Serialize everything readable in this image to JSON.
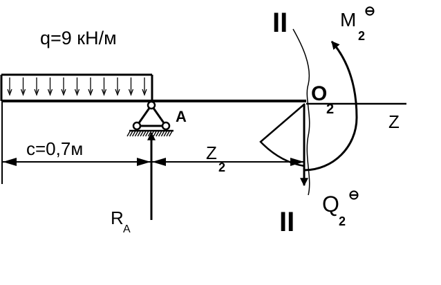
{
  "labels": {
    "load": "q=9 кН/м",
    "support": "A",
    "dim_c": "c=0,7м",
    "dim_z_main": "Z",
    "dim_z_sub": "2",
    "section_top": "II",
    "section_bottom": "II",
    "point_main": "O",
    "point_sub": "2",
    "axis": "Z",
    "reaction_main": "R",
    "reaction_sub": "A",
    "moment_main": "M",
    "moment_sub": "2",
    "moment_sign": "⊖",
    "shear_main": "Q",
    "shear_sub": "2",
    "shear_sign": "⊖"
  },
  "colors": {
    "ink": "#000000",
    "background": "#ffffff"
  }
}
